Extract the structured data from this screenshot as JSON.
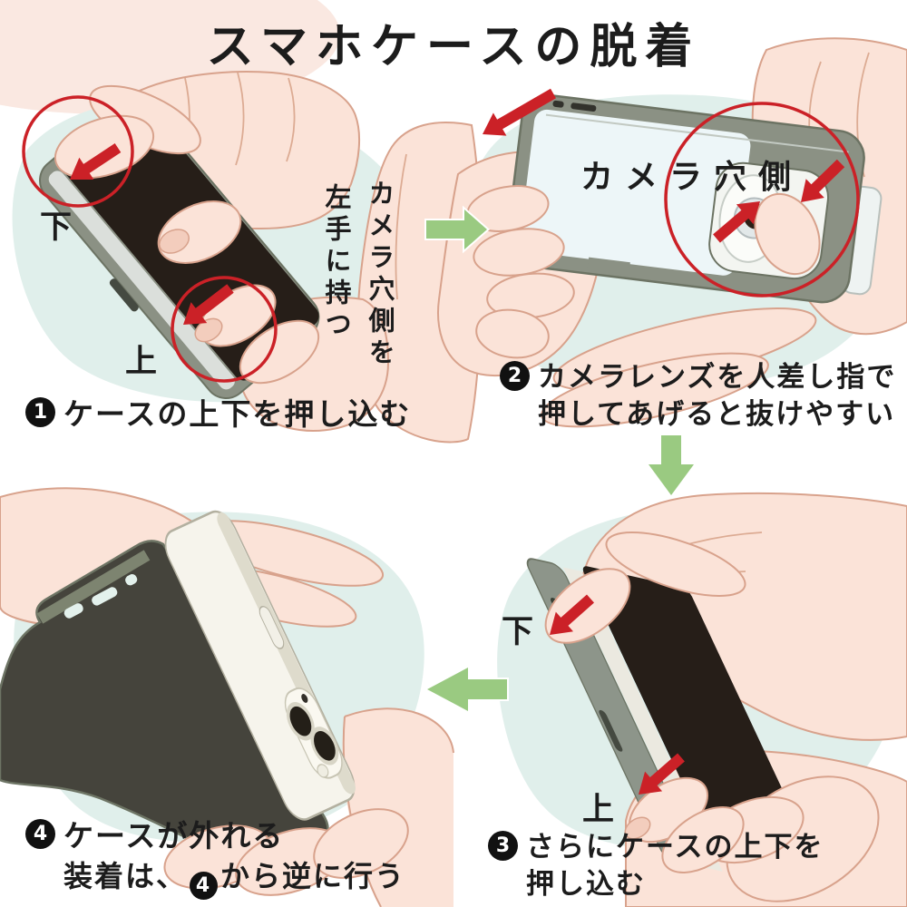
{
  "title": "スマホケースの脱着",
  "hand_note": {
    "column_right": "カメラ穴側を",
    "column_left": "左手に持つ"
  },
  "steps": [
    {
      "num": "1",
      "caption": "ケースの上下を押し込む",
      "labels": {
        "down": "下",
        "up": "上"
      }
    },
    {
      "num": "2",
      "caption_line1": "カメラレンズを人差し指で",
      "caption_line2": "押してあげると抜けやすい",
      "label": "カメラ穴側"
    },
    {
      "num": "3",
      "caption_line1": "さらにケースの上下を",
      "caption_line2": "押し込む",
      "labels": {
        "down": "下",
        "up": "上"
      }
    },
    {
      "num": "4",
      "caption_line1": "ケースが外れる",
      "caption_line2_pre": "装着は、",
      "caption_line2_num": "4",
      "caption_line2_post": "から逆に行う"
    }
  ],
  "icons": {
    "arrow_right": "green-arrow-right-icon",
    "arrow_down": "green-arrow-down-icon",
    "arrow_left": "green-arrow-left-icon",
    "red_press_arrows": "red-arrow-icon",
    "red_circles": "red-circle-annotation"
  },
  "colors": {
    "annotation_red": "#cb2127",
    "arrow_green": "#9aca81",
    "case_gray": "#8b9184",
    "screen_dark": "#261e18",
    "phone_back_blue": "#edf6f8",
    "phone_white": "#f6f4ec",
    "skin": "#fbe3d8",
    "background_mint": "#e0efeb",
    "text": "#1c1c1c"
  }
}
